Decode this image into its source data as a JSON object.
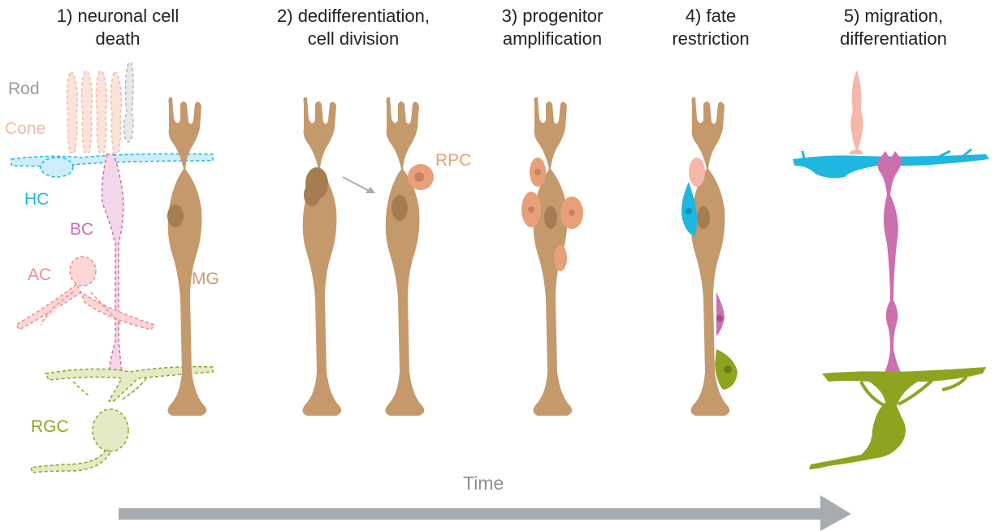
{
  "stages": [
    {
      "title": "1) neuronal cell\ndeath"
    },
    {
      "title": "2) dedifferentiation,\ncell division"
    },
    {
      "title": "3) progenitor\namplification"
    },
    {
      "title": "4) fate\nrestriction"
    },
    {
      "title": "5) migration,\ndifferentiation"
    }
  ],
  "cell_labels": {
    "rod": "Rod",
    "cone": "Cone",
    "hc": "HC",
    "bc": "BC",
    "ac": "AC",
    "rgc": "RGC",
    "mg": "MG",
    "rpc": "RPC"
  },
  "time_label": "Time",
  "colors": {
    "mg": "#c49a6c",
    "mg_nucleus": "#a67c52",
    "rpc": "#e8a07a",
    "rod": "#c8c8cc",
    "cone": "#f5b8a8",
    "hc": "#1fb6e0",
    "bc": "#cc6fae",
    "ac": "#f08a8a",
    "rgc": "#8ea320",
    "arrow": "#a7acb0"
  }
}
